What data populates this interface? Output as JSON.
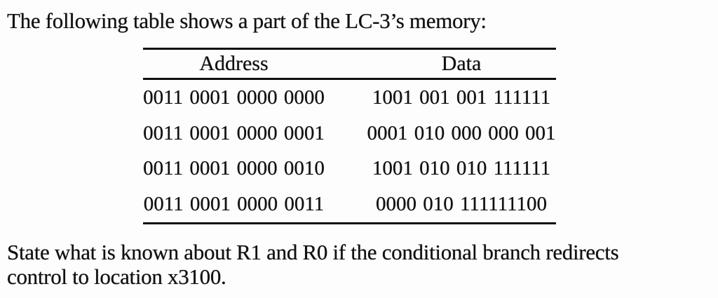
{
  "intro": {
    "text": "The following table shows a part of the LC-3’s memory:"
  },
  "table": {
    "columns": [
      "Address",
      "Data"
    ],
    "rows": [
      {
        "address": "0011 0001 0000 0000",
        "data": "1001 001 001 111111"
      },
      {
        "address": "0011 0001 0000 0001",
        "data": "0001 010 000 000 001"
      },
      {
        "address": "0011 0001 0000 0010",
        "data": "1001 010 010 111111"
      },
      {
        "address": "0011 0001 0000 0011",
        "data": "0000 010 111111100"
      }
    ]
  },
  "question": {
    "lines": [
      "State what is known about R1 and R0 if the conditional branch redirects",
      "control to location x3100."
    ]
  },
  "colors": {
    "ink": "#101010",
    "paper": "#fdfdfd"
  }
}
